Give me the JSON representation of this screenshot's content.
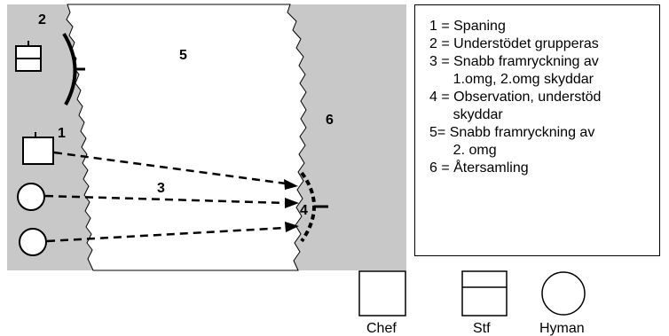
{
  "zones": {
    "z1": "1",
    "z2": "2",
    "z3": "3",
    "z4": "4",
    "z5": "5",
    "z6": "6"
  },
  "legend": [
    {
      "text": "1 = Spaning"
    },
    {
      "text": "2 = Understödet grupperas"
    },
    {
      "text": "3 = Snabb framryckning av\n      1.omg, 2.omg skyddar"
    },
    {
      "text": "4 = Observation, understöd\n      skyddar"
    },
    {
      "text": "5= Snabb framryckning av\n      2. omg"
    },
    {
      "text": "6 = Återsamling"
    }
  ],
  "symbols": {
    "chef": "Chef",
    "stf": "Stf",
    "hyman": "Hyman"
  },
  "colors": {
    "terrain": "#c8c8c8",
    "open_ground": "#ffffff",
    "ink": "#000000"
  }
}
